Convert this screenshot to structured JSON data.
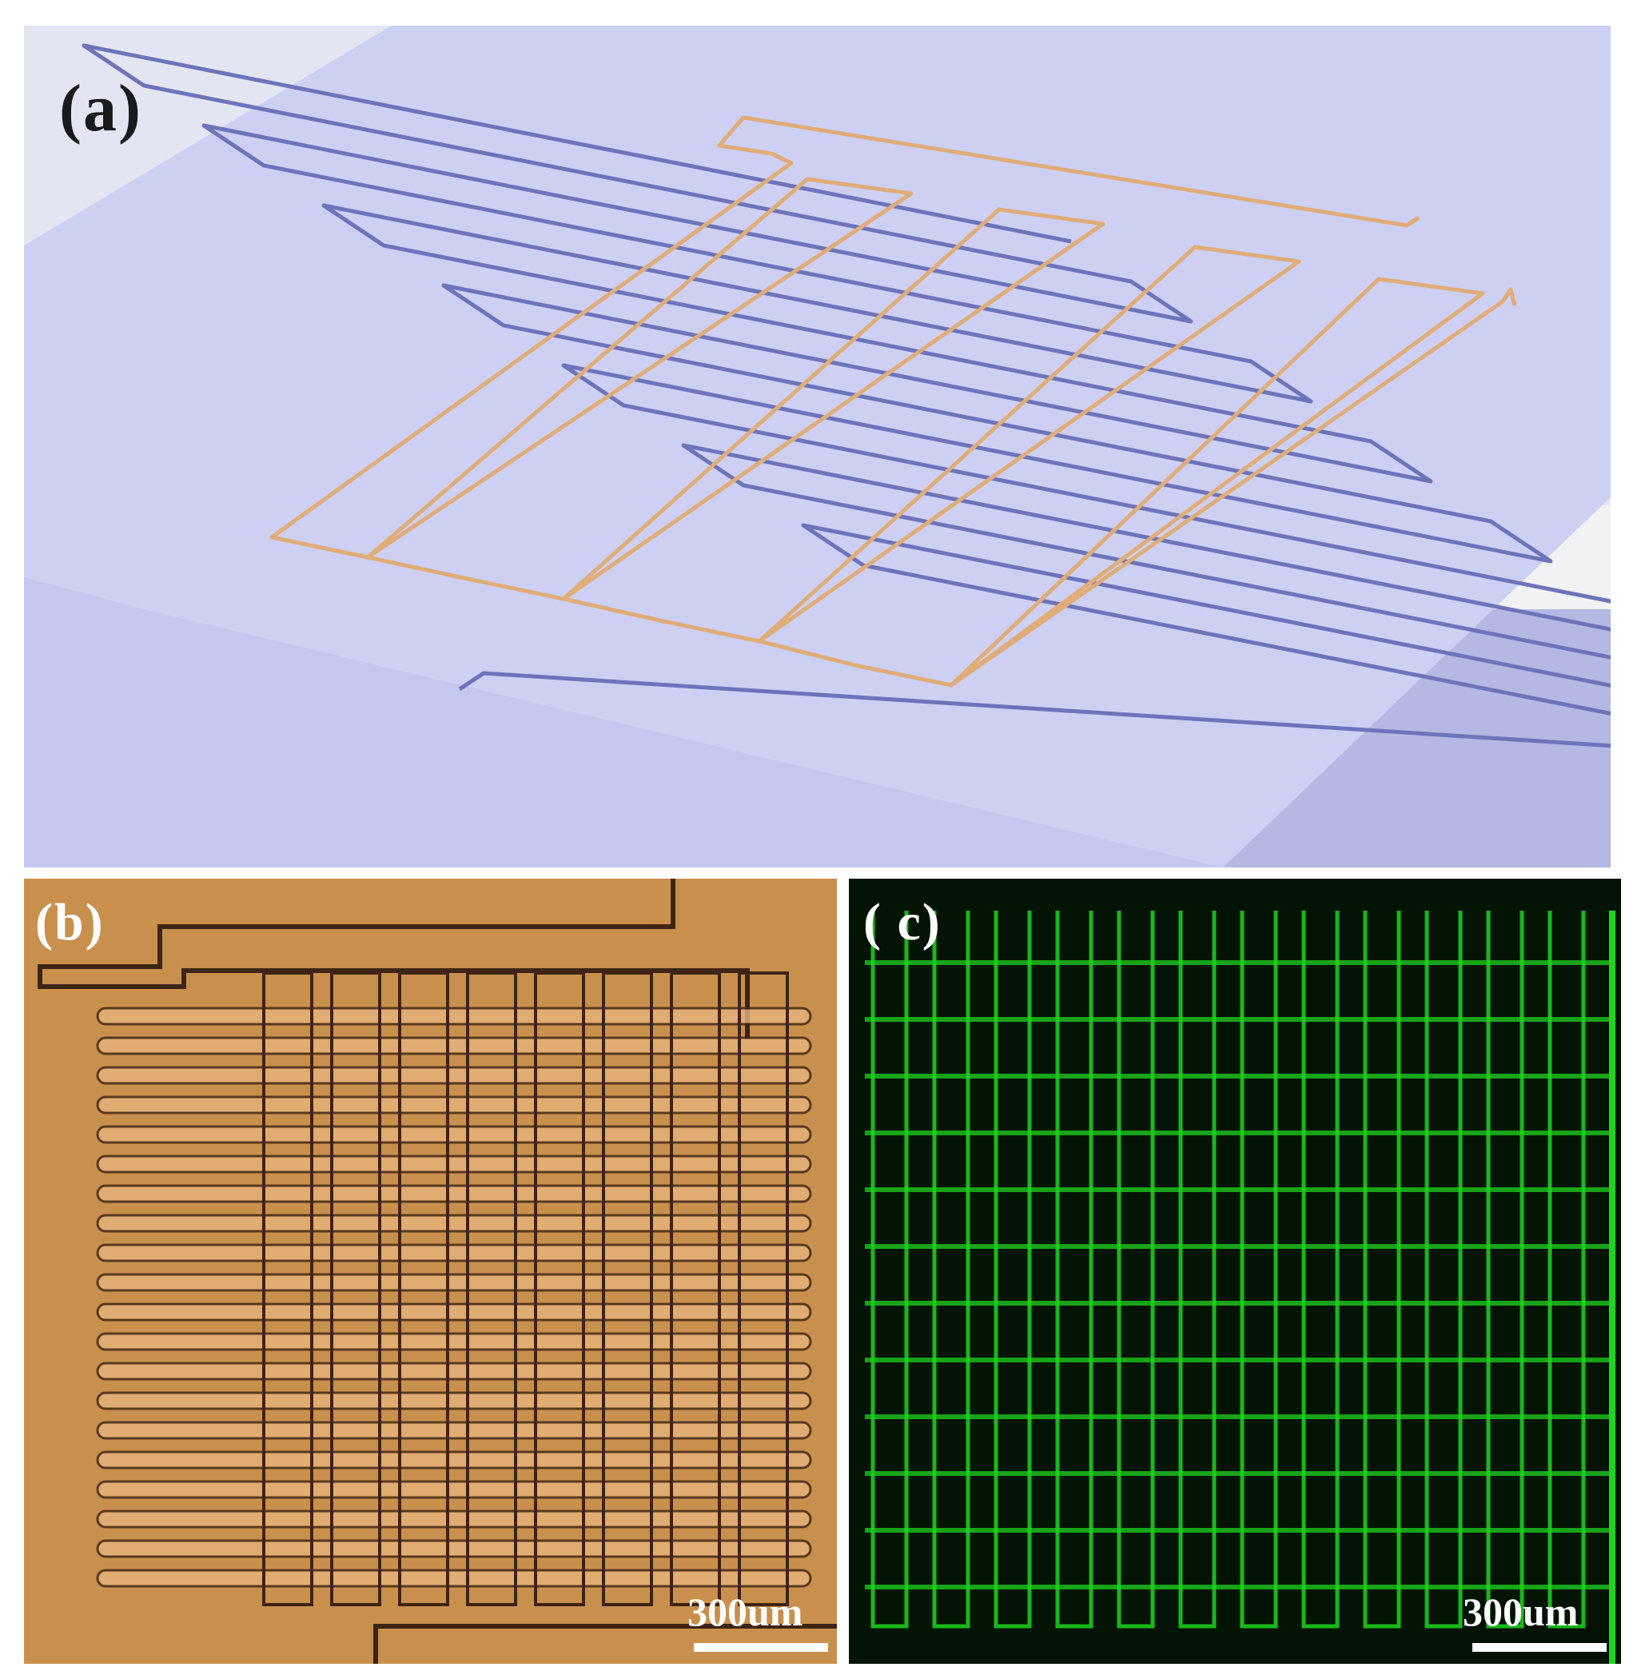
{
  "figure": {
    "panel_a": {
      "label": "(a)"
    },
    "panel_b": {
      "label": "(b)",
      "scale_label": "300um"
    },
    "panel_c": {
      "label": "( c)",
      "scale_label": "300um"
    }
  },
  "colors": {
    "substrate": "#cdd0f2",
    "substrate_edge": "#b4b8e2",
    "blue_channel": "#6d74ba",
    "orange_channel": "#e0ac78",
    "optical_background": "#c48a48",
    "optical_channel": "#3e2414",
    "fluorescence": "#1fd41f"
  }
}
